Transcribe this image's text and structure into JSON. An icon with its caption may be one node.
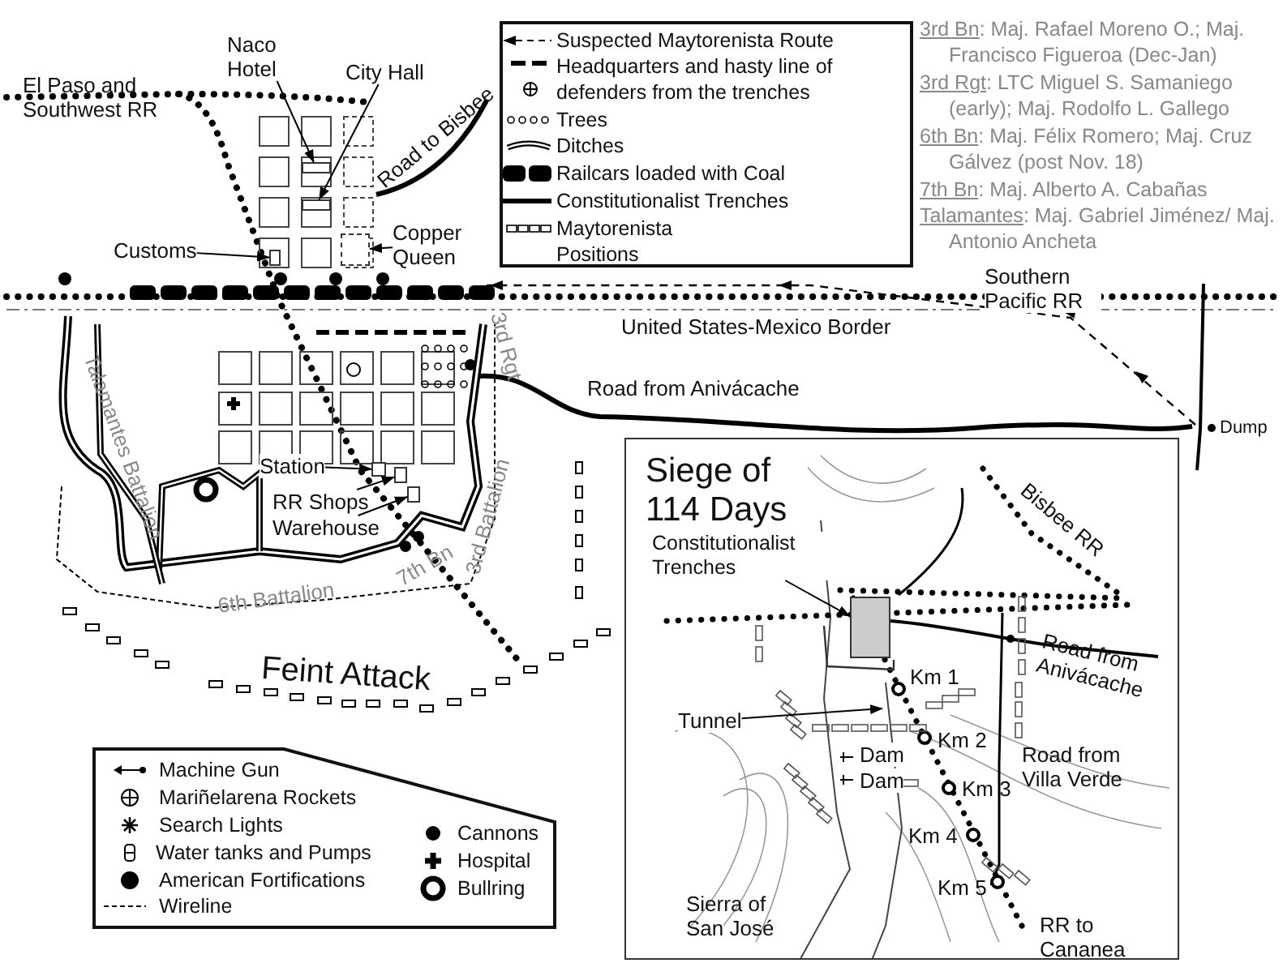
{
  "diagram": {
    "nodes": [
      {
        "text": [
          "Naco Hotel"
        ]
      },
      {
        "text": [],
        "shape": "box"
      },
      {
        "text": [
          "City Hall"
        ]
      },
      {
        "text": [],
        "shape": "box"
      },
      {
        "text": [
          "Customs"
        ]
      },
      {
        "text": [],
        "shape": "box"
      },
      {
        "text": [
          "Copper Queen"
        ]
      },
      {
        "text": [],
        "shape": "box"
      },
      {
        "text": [
          "Station"
        ]
      },
      {
        "text": [],
        "shape": "box"
      },
      {
        "text": [
          "RR Shops"
        ]
      },
      {
        "text": [],
        "shape": "box"
      },
      {
        "text": [
          "Warehouse"
        ]
      },
      {
        "text": [],
        "shape": "box"
      },
      {
        "text": [
          "Siege of 114 Days"
        ]
      },
      {
        "text": [
          "Constitutionalist Trenches"
        ],
        "in": 14
      },
      {
        "text": [],
        "shape": "box",
        "in": 14
      },
      {
        "text": [
          "Tunnel"
        ],
        "in": 14
      }
    ],
    "edges": [
      {
        "from": 0,
        "to": 1,
        "arrow": "to"
      },
      {
        "from": 2,
        "to": 3,
        "arrow": "to"
      },
      {
        "from": 4,
        "to": 5,
        "arrow": "to"
      },
      {
        "from": 6,
        "to": 7,
        "arrow": "to"
      },
      {
        "from": 8,
        "to": 9,
        "arrow": "to"
      },
      {
        "from": 10,
        "to": 11,
        "arrow": "to"
      },
      {
        "from": 12,
        "to": 13,
        "arrow": "to"
      },
      {
        "from": 15,
        "to": 16,
        "arrow": "to"
      },
      {
        "from": 17,
        "to": null,
        "arrow": "to"
      }
    ],
    "labels": [
      "3rd Bn: Maj. Rafael Moreno O.; Maj. Francisco Figueroa (Dec-Jan)",
      "3rd Rgt: LTC Miguel S. Samaniego (early); Maj. Rodolfo L. Gallego",
      "6th Bn: Maj. Félix Romero; Maj. Cruz Gálvez (post Nov. 18)",
      "7th Bn: Maj. Alberto A. Cabañas",
      "Talamantes: Maj. Gabriel Jiménez/ Maj. Antonio Ancheta",
      "El Paso and Southwest RR",
      "Road to Bisbee",
      "Southern Pacific RR",
      "United States-Mexico Border",
      "3rd Rgt",
      "Road from Anivácache",
      "Dump",
      "Talamantes Battalion",
      "3rd Battalion",
      "7th Bn",
      "6th Battalion",
      "Feint Attack",
      "Bisbee RR",
      "Road from Anivácache",
      "Km 1",
      "Km 2",
      "Dam",
      "Dam",
      "Road from Villa Verde",
      "Km 3",
      "Km 4",
      "Km 5",
      "Sierra of San José",
      "RR to Cananea"
    ],
    "legend": [
      {
        "text": "Suspected Maytorenista Route"
      },
      {
        "text": "Headquarters and hasty line of defenders from the trenches"
      },
      {
        "text": "Trees"
      },
      {
        "text": "Ditches"
      },
      {
        "text": "Railcars loaded with Coal"
      },
      {
        "text": "Constitutionalist Trenches"
      },
      {
        "text": "Maytorenista Positions"
      },
      {
        "text": "Machine Gun"
      },
      {
        "text": "Mariñelarena Rockets"
      },
      {
        "text": "Search Lights"
      },
      {
        "text": "Water tanks and Pumps"
      },
      {
        "text": "American Fortifications"
      },
      {
        "text": "Wireline"
      },
      {
        "text": "Cannons"
      },
      {
        "text": "Hospital"
      },
      {
        "text": "Bullring"
      }
    ]
  }
}
